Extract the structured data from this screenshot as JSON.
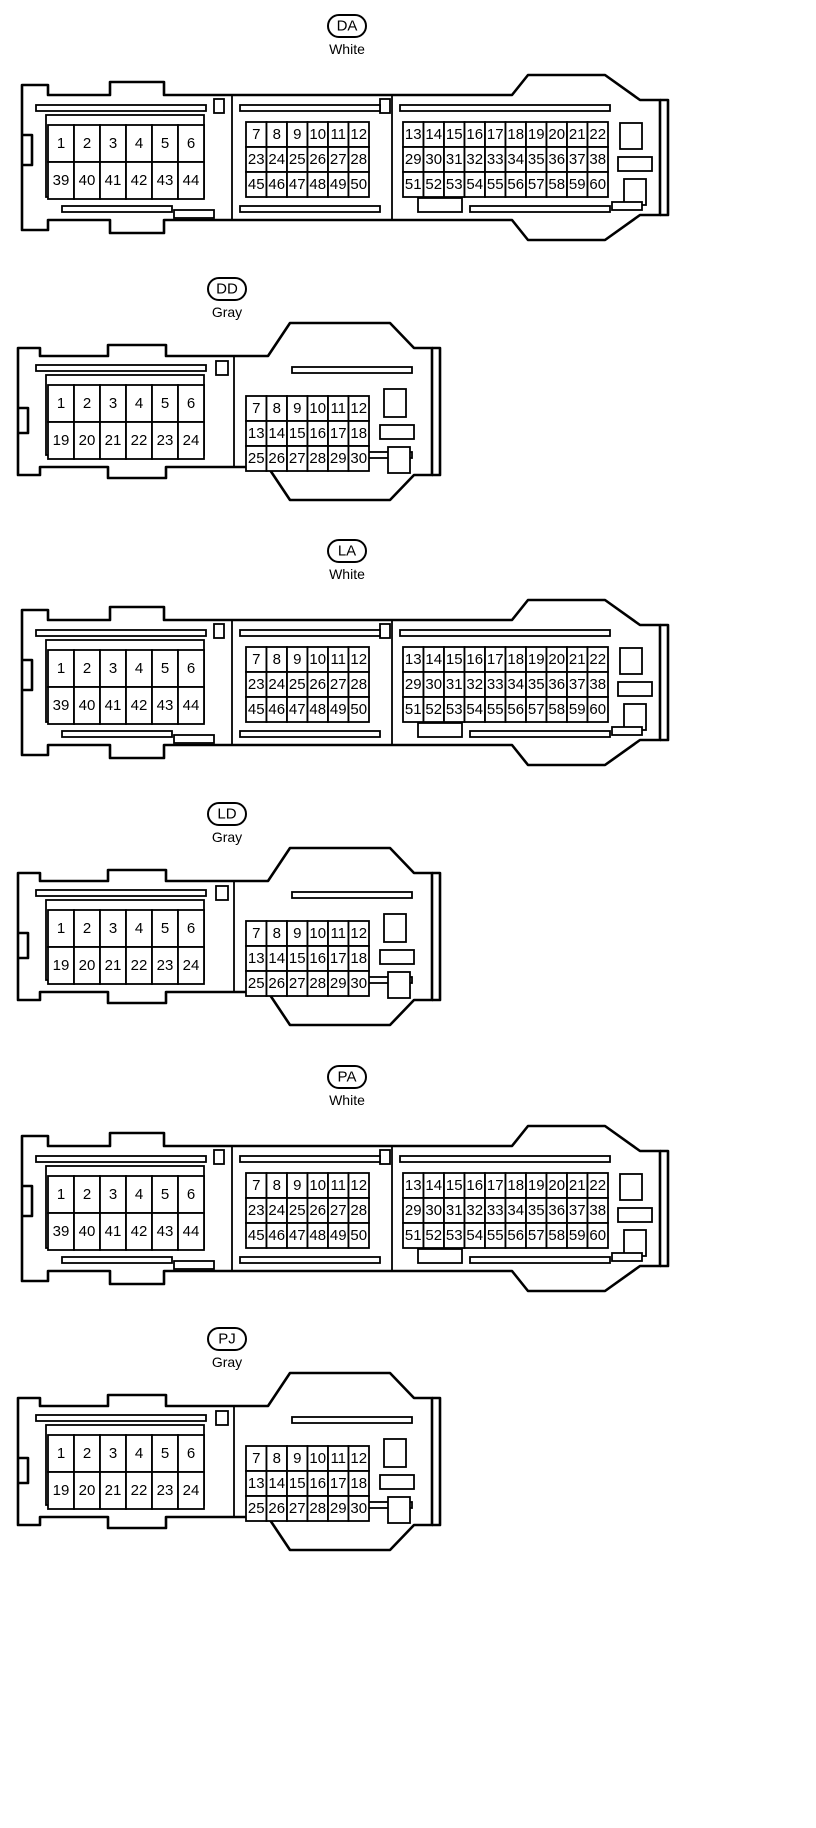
{
  "connectors": [
    {
      "code": "DA",
      "color": "White",
      "size": "large",
      "left_rows": [
        [
          "1",
          "2",
          "3",
          "4",
          "5",
          "6"
        ],
        [
          "39",
          "40",
          "41",
          "42",
          "43",
          "44"
        ]
      ],
      "mid_rows": [
        [
          "7",
          "8",
          "9",
          "10",
          "11",
          "12"
        ],
        [
          "23",
          "24",
          "25",
          "26",
          "27",
          "28"
        ],
        [
          "45",
          "46",
          "47",
          "48",
          "49",
          "50"
        ]
      ],
      "right_rows": [
        [
          "13",
          "14",
          "15",
          "16",
          "17",
          "18",
          "19",
          "20",
          "21",
          "22"
        ],
        [
          "29",
          "30",
          "31",
          "32",
          "33",
          "34",
          "35",
          "36",
          "37",
          "38"
        ],
        [
          "51",
          "52",
          "53",
          "54",
          "55",
          "56",
          "57",
          "58",
          "59",
          "60"
        ]
      ]
    },
    {
      "code": "DD",
      "color": "Gray",
      "size": "small",
      "left_rows": [
        [
          "1",
          "2",
          "3",
          "4",
          "5",
          "6"
        ],
        [
          "19",
          "20",
          "21",
          "22",
          "23",
          "24"
        ]
      ],
      "mid_rows": [
        [
          "7",
          "8",
          "9",
          "10",
          "11",
          "12"
        ],
        [
          "13",
          "14",
          "15",
          "16",
          "17",
          "18"
        ],
        [
          "25",
          "26",
          "27",
          "28",
          "29",
          "30"
        ]
      ]
    },
    {
      "code": "LA",
      "color": "White",
      "size": "large",
      "left_rows": [
        [
          "1",
          "2",
          "3",
          "4",
          "5",
          "6"
        ],
        [
          "39",
          "40",
          "41",
          "42",
          "43",
          "44"
        ]
      ],
      "mid_rows": [
        [
          "7",
          "8",
          "9",
          "10",
          "11",
          "12"
        ],
        [
          "23",
          "24",
          "25",
          "26",
          "27",
          "28"
        ],
        [
          "45",
          "46",
          "47",
          "48",
          "49",
          "50"
        ]
      ],
      "right_rows": [
        [
          "13",
          "14",
          "15",
          "16",
          "17",
          "18",
          "19",
          "20",
          "21",
          "22"
        ],
        [
          "29",
          "30",
          "31",
          "32",
          "33",
          "34",
          "35",
          "36",
          "37",
          "38"
        ],
        [
          "51",
          "52",
          "53",
          "54",
          "55",
          "56",
          "57",
          "58",
          "59",
          "60"
        ]
      ]
    },
    {
      "code": "LD",
      "color": "Gray",
      "size": "small",
      "left_rows": [
        [
          "1",
          "2",
          "3",
          "4",
          "5",
          "6"
        ],
        [
          "19",
          "20",
          "21",
          "22",
          "23",
          "24"
        ]
      ],
      "mid_rows": [
        [
          "7",
          "8",
          "9",
          "10",
          "11",
          "12"
        ],
        [
          "13",
          "14",
          "15",
          "16",
          "17",
          "18"
        ],
        [
          "25",
          "26",
          "27",
          "28",
          "29",
          "30"
        ]
      ]
    },
    {
      "code": "PA",
      "color": "White",
      "size": "large",
      "left_rows": [
        [
          "1",
          "2",
          "3",
          "4",
          "5",
          "6"
        ],
        [
          "39",
          "40",
          "41",
          "42",
          "43",
          "44"
        ]
      ],
      "mid_rows": [
        [
          "7",
          "8",
          "9",
          "10",
          "11",
          "12"
        ],
        [
          "23",
          "24",
          "25",
          "26",
          "27",
          "28"
        ],
        [
          "45",
          "46",
          "47",
          "48",
          "49",
          "50"
        ]
      ],
      "right_rows": [
        [
          "13",
          "14",
          "15",
          "16",
          "17",
          "18",
          "19",
          "20",
          "21",
          "22"
        ],
        [
          "29",
          "30",
          "31",
          "32",
          "33",
          "34",
          "35",
          "36",
          "37",
          "38"
        ],
        [
          "51",
          "52",
          "53",
          "54",
          "55",
          "56",
          "57",
          "58",
          "59",
          "60"
        ]
      ]
    },
    {
      "code": "PJ",
      "color": "Gray",
      "size": "small",
      "left_rows": [
        [
          "1",
          "2",
          "3",
          "4",
          "5",
          "6"
        ],
        [
          "19",
          "20",
          "21",
          "22",
          "23",
          "24"
        ]
      ],
      "mid_rows": [
        [
          "7",
          "8",
          "9",
          "10",
          "11",
          "12"
        ],
        [
          "13",
          "14",
          "15",
          "16",
          "17",
          "18"
        ],
        [
          "25",
          "26",
          "27",
          "28",
          "29",
          "30"
        ]
      ]
    }
  ]
}
